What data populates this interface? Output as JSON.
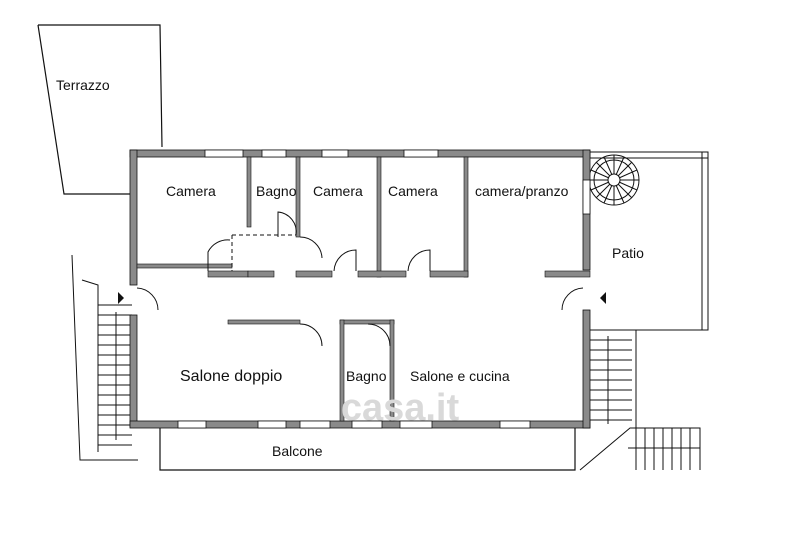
{
  "rooms": {
    "terrazzo": "Terrazzo",
    "camera_1": "Camera",
    "bagno_1": "Bagno",
    "camera_2": "Camera",
    "camera_3": "Camera",
    "camera_pranzo": "camera/pranzo",
    "patio": "Patio",
    "salone_doppio": "Salone doppio",
    "bagno_2": "Bagno",
    "salone_cucina": "Salone e cucina",
    "balcone": "Balcone"
  },
  "watermark": "casa.it",
  "colors": {
    "wall": "#8a8a8a",
    "line": "#111111",
    "watermark": "#d9d9d9"
  }
}
